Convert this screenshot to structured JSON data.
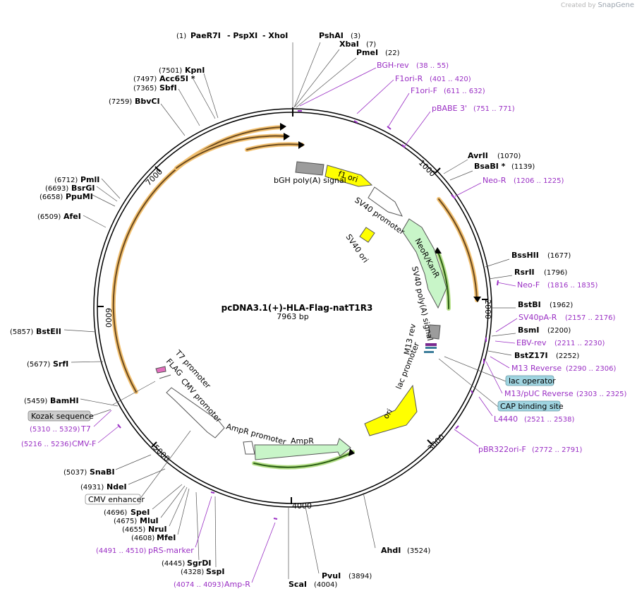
{
  "credit": {
    "created_by": "Created by",
    "brand": "SnapGene"
  },
  "plasmid": {
    "name": "pcDNA3.1(+)-HLA-Flag-natT1R3",
    "size_label": "7963 bp"
  },
  "ticks": [
    "1000",
    "2000",
    "3000",
    "4000",
    "5000",
    "6000",
    "7000"
  ],
  "enzymes_top": {
    "pos1": "(1)",
    "paer7i": "PaeR7I",
    "pspxi": "- PspXI",
    "xhoi": "- XhoI",
    "pshai": "PshAI",
    "pshai_pos": "(3)",
    "xbai": "XbaI",
    "xbai_pos": "(7)",
    "pmei": "PmeI",
    "pmei_pos": "(22)"
  },
  "enzymes": [
    {
      "name": "AvrII",
      "pos": "(1070)"
    },
    {
      "name": "BsaBI *",
      "pos": "(1139)"
    },
    {
      "name": "BssHII",
      "pos": "(1677)"
    },
    {
      "name": "RsrII",
      "pos": "(1796)"
    },
    {
      "name": "BstBI",
      "pos": "(1962)"
    },
    {
      "name": "BsmI",
      "pos": "(2200)"
    },
    {
      "name": "BstZ17I",
      "pos": "(2252)"
    },
    {
      "name": "AhdI",
      "pos": "(3524)"
    },
    {
      "name": "PvuI",
      "pos": "(3894)"
    },
    {
      "name": "ScaI",
      "pos": "(4004)"
    },
    {
      "name": "SspI",
      "pos": "(4328)"
    },
    {
      "name": "SgrDI",
      "pos": "(4445)"
    },
    {
      "name": "MfeI",
      "pos": "(4608)"
    },
    {
      "name": "NruI",
      "pos": "(4655)"
    },
    {
      "name": "MluI",
      "pos": "(4675)"
    },
    {
      "name": "SpeI",
      "pos": "(4696)"
    },
    {
      "name": "NdeI",
      "pos": "(4931)"
    },
    {
      "name": "SnaBI",
      "pos": "(5037)"
    },
    {
      "name": "BamHI",
      "pos": "(5459)"
    },
    {
      "name": "SrfI",
      "pos": "(5677)"
    },
    {
      "name": "BstEII",
      "pos": "(5857)"
    },
    {
      "name": "AfeI",
      "pos": "(6509)"
    },
    {
      "name": "PpuMI",
      "pos": "(6658)"
    },
    {
      "name": "BsrGI",
      "pos": "(6693)"
    },
    {
      "name": "PmlI",
      "pos": "(6712)"
    },
    {
      "name": "BbvCI",
      "pos": "(7259)"
    },
    {
      "name": "SbfI",
      "pos": "(7365)"
    },
    {
      "name": "Acc65I *",
      "pos": "(7497)"
    },
    {
      "name": "KpnI",
      "pos": "(7501)"
    }
  ],
  "primers": [
    {
      "name": "BGH-rev",
      "pos": "(38 .. 55)"
    },
    {
      "name": "F1ori-R",
      "pos": "(401 .. 420)"
    },
    {
      "name": "F1ori-F",
      "pos": "(611 .. 632)"
    },
    {
      "name": "pBABE 3'",
      "pos": "(751 .. 771)"
    },
    {
      "name": "Neo-R",
      "pos": "(1206 .. 1225)"
    },
    {
      "name": "Neo-F",
      "pos": "(1816 .. 1835)"
    },
    {
      "name": "SV40pA-R",
      "pos": "(2157 .. 2176)"
    },
    {
      "name": "EBV-rev",
      "pos": "(2211 .. 2230)"
    },
    {
      "name": "M13 Reverse",
      "pos": "(2290 .. 2306)"
    },
    {
      "name": "M13/pUC Reverse",
      "pos": "(2303 .. 2325)"
    },
    {
      "name": "L4440",
      "pos": "(2521 .. 2538)"
    },
    {
      "name": "pBR322ori-F",
      "pos": "(2772 .. 2791)"
    },
    {
      "name": "Amp-R",
      "pos": "(4074 .. 4093)"
    },
    {
      "name": "pRS-marker",
      "pos": "(4491 .. 4510)"
    },
    {
      "name": "CMV-F",
      "pos": "(5216 .. 5236)"
    },
    {
      "name": "T7",
      "pos": "(5310 .. 5329)"
    }
  ],
  "boxed_features": [
    "lac operator",
    "CAP binding site",
    "Kozak sequence",
    "CMV enhancer"
  ],
  "features": [
    "bGH poly(A) signal",
    "f1 ori",
    "SV40 promoter",
    "SV40 ori",
    "NeoR/KanR",
    "SV40 poly(A) signal",
    "M13 rev",
    "lac promoter",
    "ori",
    "AmpR promoter",
    "AmpR",
    "CMV promoter",
    "FLAG",
    "T7 promoter"
  ],
  "colors": {
    "primer": "#9a2fc4",
    "orf": "#e8a33d",
    "promoter": "#ffffff",
    "origin": "#ffff00",
    "marker": "#c8f5c8",
    "polyA": "#9c9c9c",
    "boxed_grey": "#cccccc",
    "boxed_blue": "#9fd4e0"
  }
}
